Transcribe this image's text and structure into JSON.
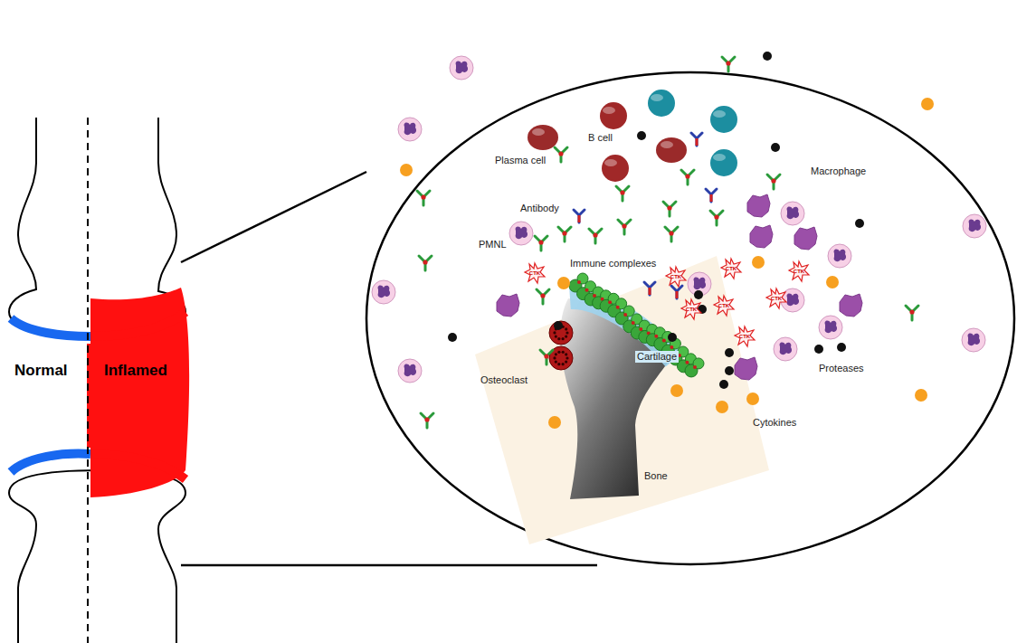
{
  "diagram": {
    "labels": [
      "Normal",
      "Inflamed",
      "B cell",
      "Plasma cell",
      "Antibody",
      "PMNL",
      "Immune complexes",
      "Macrophage",
      "Cartilage",
      "Osteoclast",
      "Proteases",
      "Cytokines",
      "Bone",
      "CTK",
      "CTK",
      "CTK",
      "CTK",
      "CTK",
      "CTK",
      "CTK",
      "CTK"
    ]
  }
}
